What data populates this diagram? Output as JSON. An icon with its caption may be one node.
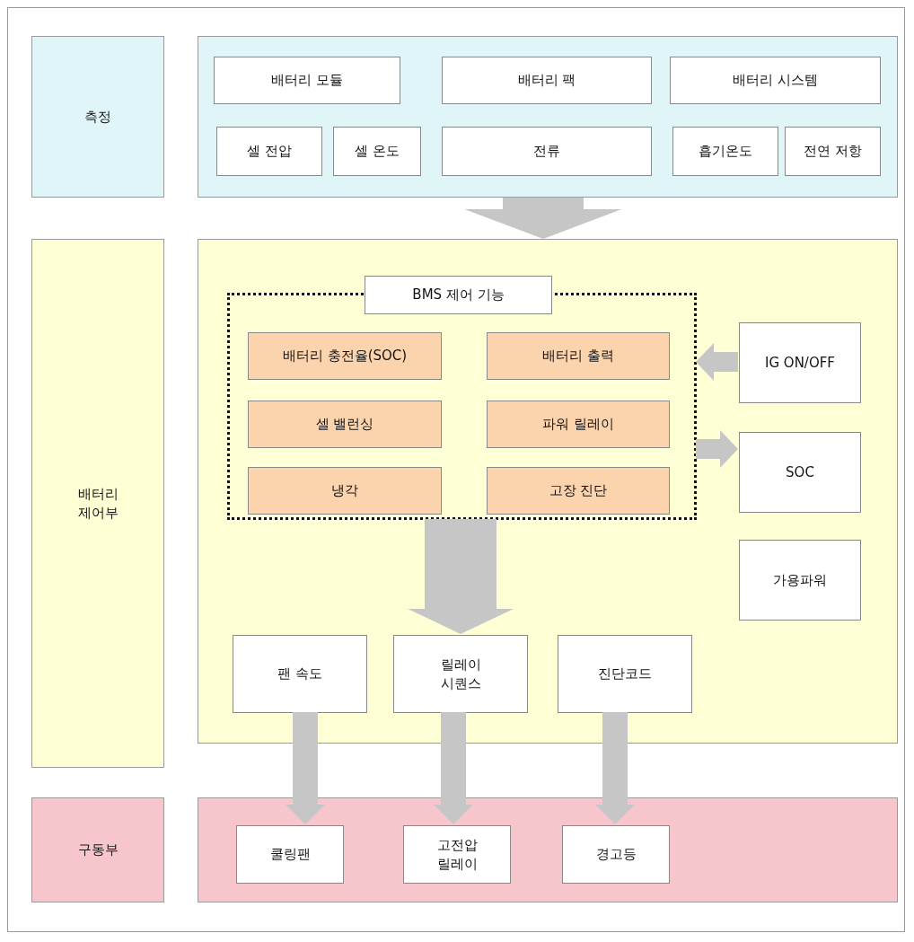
{
  "diagram": {
    "nodes": [
      {
        "text": [
          "측정"
        ]
      },
      {
        "text": [],
        "shape": "box"
      },
      {
        "text": [
          "배터리 모듈"
        ],
        "in": 1
      },
      {
        "text": [
          "배터리 팩"
        ],
        "in": 1
      },
      {
        "text": [
          "배터리 시스템"
        ],
        "in": 1
      },
      {
        "text": [
          "셀 전압"
        ],
        "in": 1
      },
      {
        "text": [
          "셀 온도"
        ],
        "in": 1
      },
      {
        "text": [
          "전류"
        ],
        "in": 1
      },
      {
        "text": [
          "흡기온도"
        ],
        "in": 1
      },
      {
        "text": [
          "전연 저항"
        ],
        "in": 1
      },
      {
        "text": [
          "배터리 제어부"
        ]
      },
      {
        "text": [],
        "shape": "box"
      },
      {
        "text": [
          "BMS 제어 기능"
        ],
        "in": 11
      },
      {
        "text": [
          "배터리 충전율(SOC)"
        ],
        "in": 12
      },
      {
        "text": [
          "배터리 출력"
        ],
        "in": 12
      },
      {
        "text": [
          "셀 밸런싱"
        ],
        "in": 12
      },
      {
        "text": [
          "파워 릴레이"
        ],
        "in": 12
      },
      {
        "text": [
          "냉각"
        ],
        "in": 12
      },
      {
        "text": [
          "고장 진단"
        ],
        "in": 12
      },
      {
        "text": [
          "IG ON/OFF"
        ],
        "in": 11
      },
      {
        "text": [
          "SOC"
        ],
        "in": 11
      },
      {
        "text": [
          "가용파워"
        ],
        "in": 11
      },
      {
        "text": [
          "팬 속도"
        ],
        "in": 11
      },
      {
        "text": [
          "릴레이 시퀀스"
        ],
        "in": 11
      },
      {
        "text": [
          "진단코드"
        ],
        "in": 11
      },
      {
        "text": [
          "구동부"
        ]
      },
      {
        "text": [],
        "shape": "box"
      },
      {
        "text": [
          "쿨링팬"
        ],
        "in": 26
      },
      {
        "text": [
          "고전압 릴레이"
        ],
        "in": 26
      },
      {
        "text": [
          "경고등"
        ],
        "in": 26
      }
    ],
    "edges": [
      {
        "from": 1,
        "to": 11,
        "arrow": "to"
      },
      {
        "from": 19,
        "to": 12,
        "arrow": "to"
      },
      {
        "from": 12,
        "to": 20,
        "arrow": "to"
      },
      {
        "from": 12,
        "to": 23,
        "arrow": "to"
      },
      {
        "from": 22,
        "to": 27,
        "arrow": "to"
      },
      {
        "from": 23,
        "to": 28,
        "arrow": "to"
      },
      {
        "from": 24,
        "to": 29,
        "arrow": "to"
      }
    ]
  }
}
